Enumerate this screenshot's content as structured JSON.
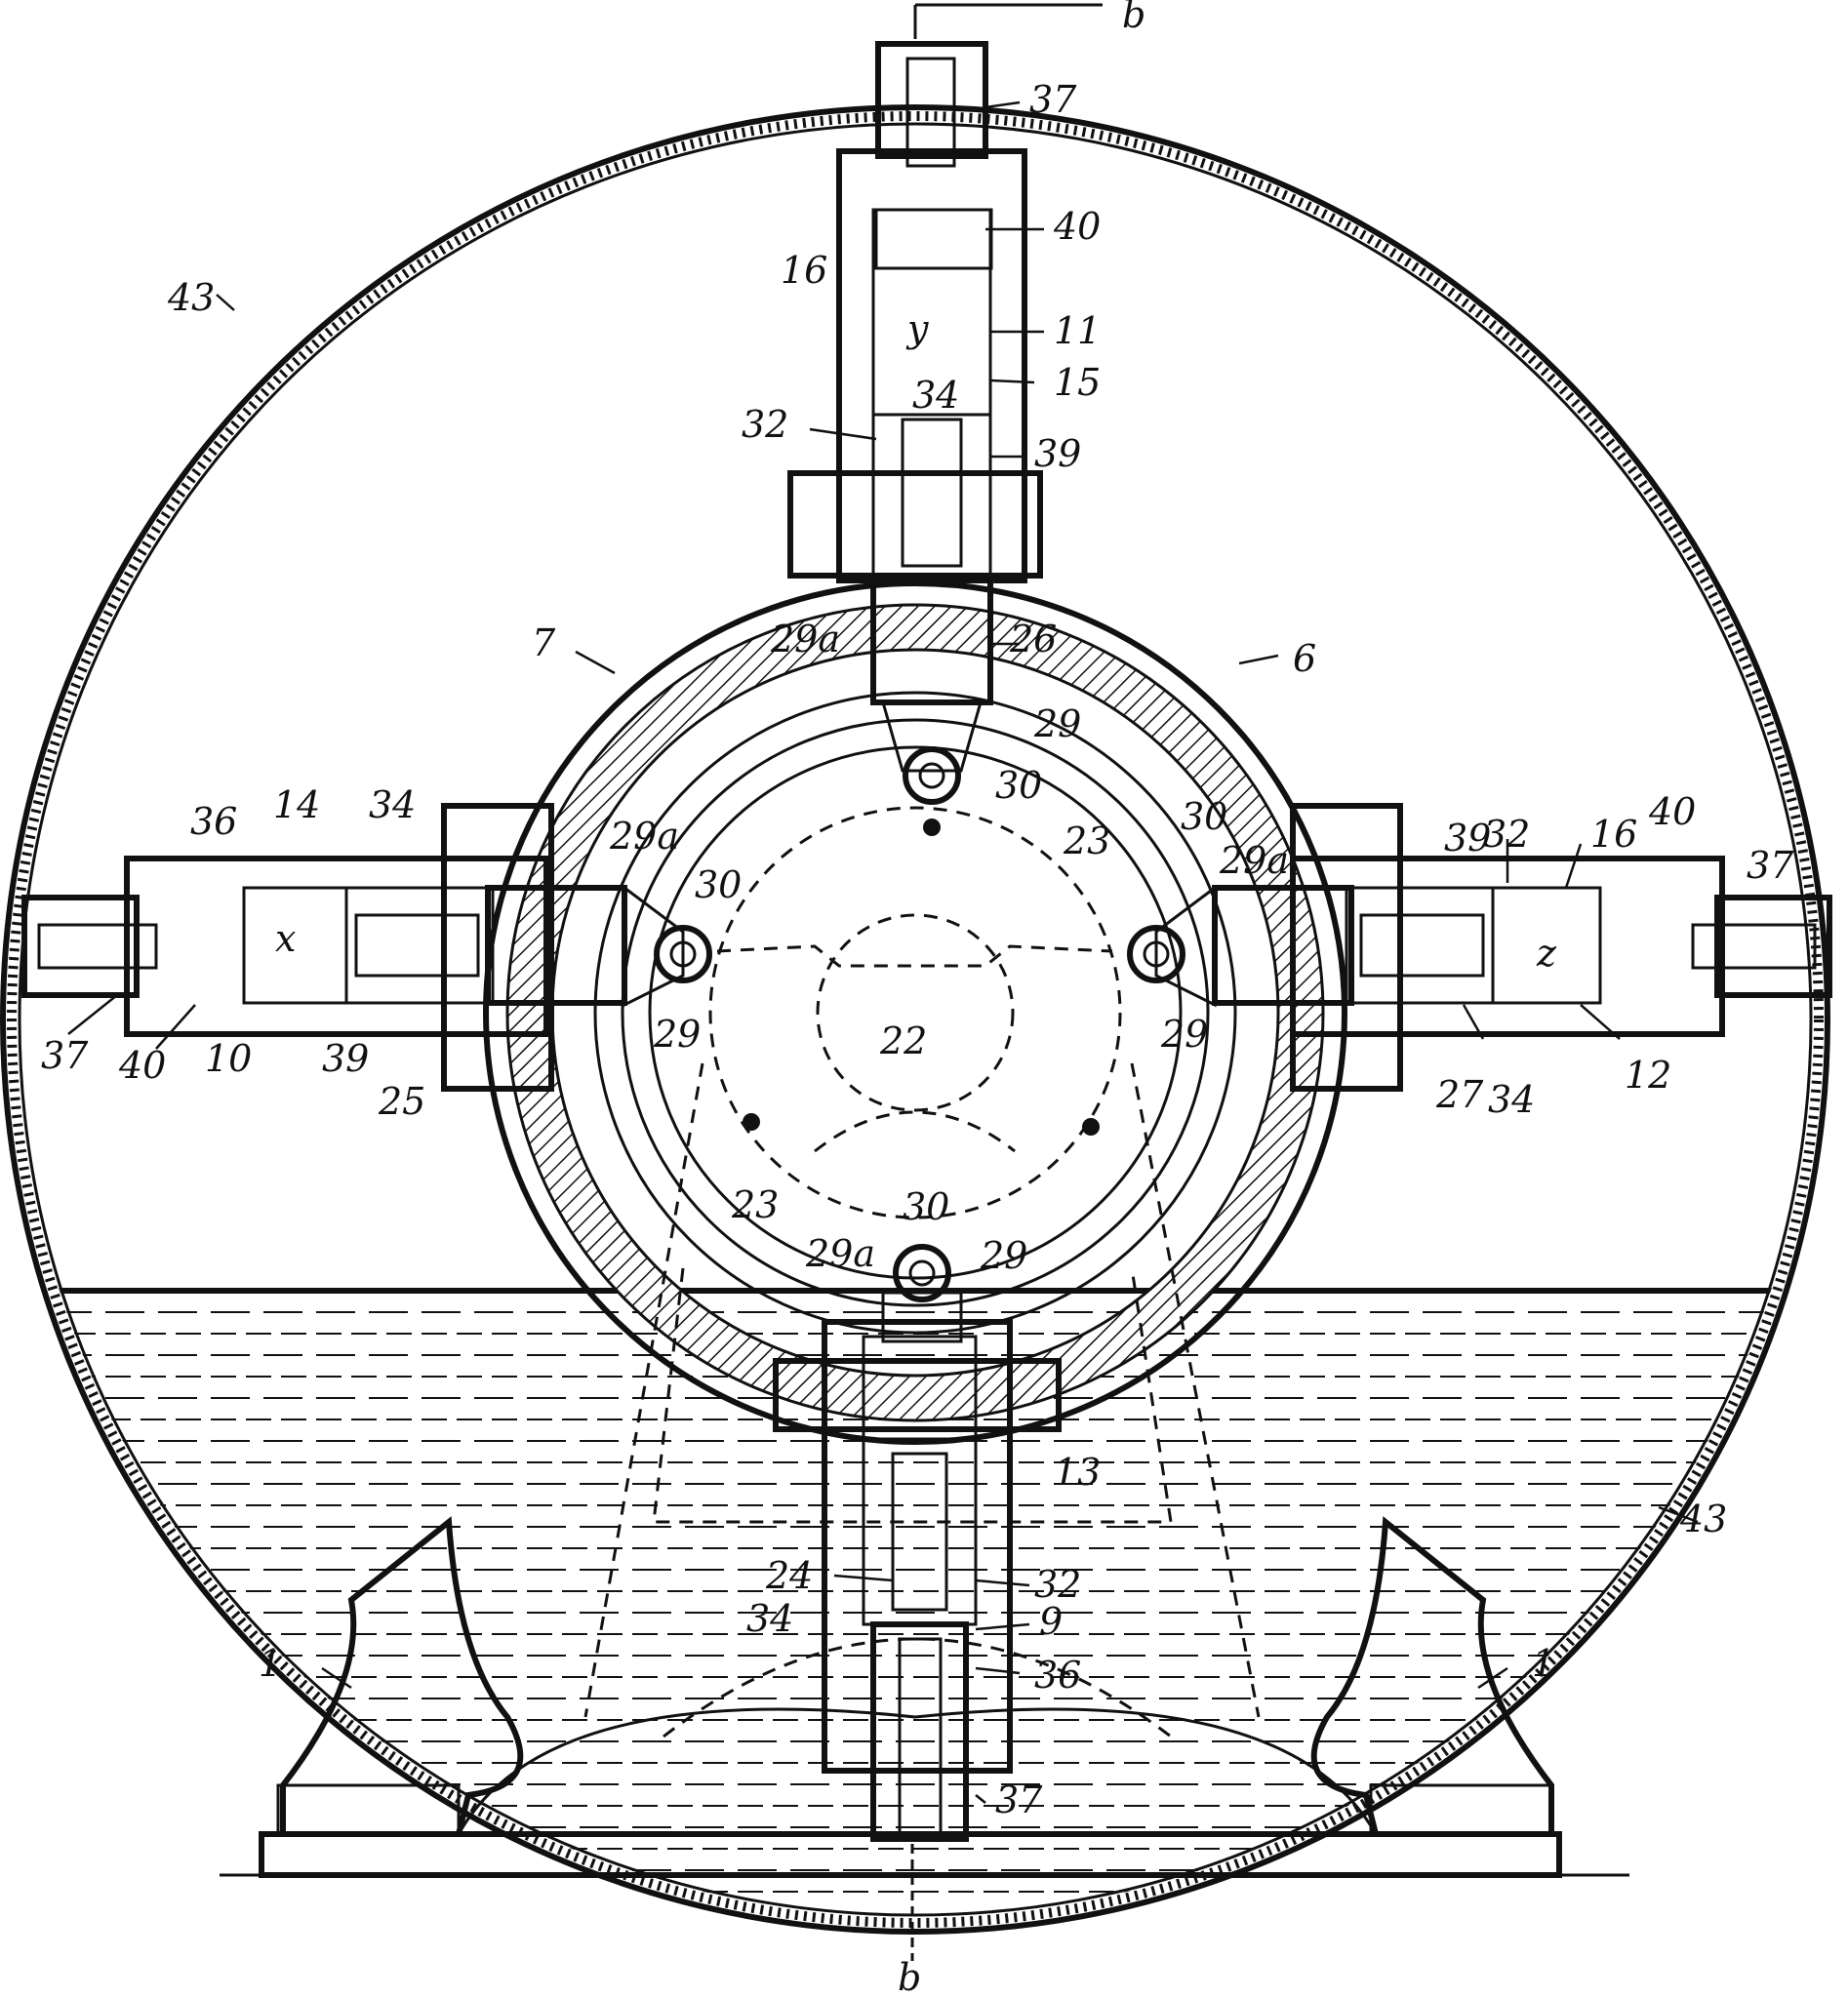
{
  "figure": {
    "section_line_label_top": "b",
    "section_line_label_bottom": "b",
    "colors": {
      "ink": "#111111",
      "paper": "#ffffff"
    }
  },
  "labels": {
    "l43_left": "43",
    "l43_right": "43",
    "l37_top": "37",
    "l40_top": "40",
    "l16_top": "16",
    "l11": "11",
    "l15": "15",
    "ly": "y",
    "l32_top": "32",
    "l34_top": "34",
    "l39_top": "39",
    "l7": "7",
    "l29a_top": "29a",
    "l26": "26",
    "l6": "6",
    "l29_top": "29",
    "l30_top": "30",
    "l36_left": "36",
    "l14": "14",
    "l34_left": "34",
    "lx": "x",
    "l29a_left": "29a",
    "l30_left": "30",
    "l23_top": "23",
    "l30_right": "30",
    "l29a_right": "29a",
    "l39_right": "39",
    "l32_right": "32",
    "l16_right": "16",
    "l40_right": "40",
    "l37_right": "37",
    "lz": "z",
    "l37_left": "37",
    "l40_left": "40",
    "l10": "10",
    "l39_left": "39",
    "l25": "25",
    "l29_left": "29",
    "l22": "22",
    "l29_right": "29",
    "l27": "27",
    "l34_right": "34",
    "l12": "12",
    "l23_bottom": "23",
    "l30_bottom": "30",
    "l29a_bottom": "29a",
    "l29_bottom": "29",
    "l13": "13",
    "l32_bottom": "32",
    "l24": "24",
    "l34_bottom": "34",
    "l9": "9",
    "l36_bottom": "36",
    "l1_left": "1",
    "l1_right": "1",
    "l37_bottom": "37"
  }
}
